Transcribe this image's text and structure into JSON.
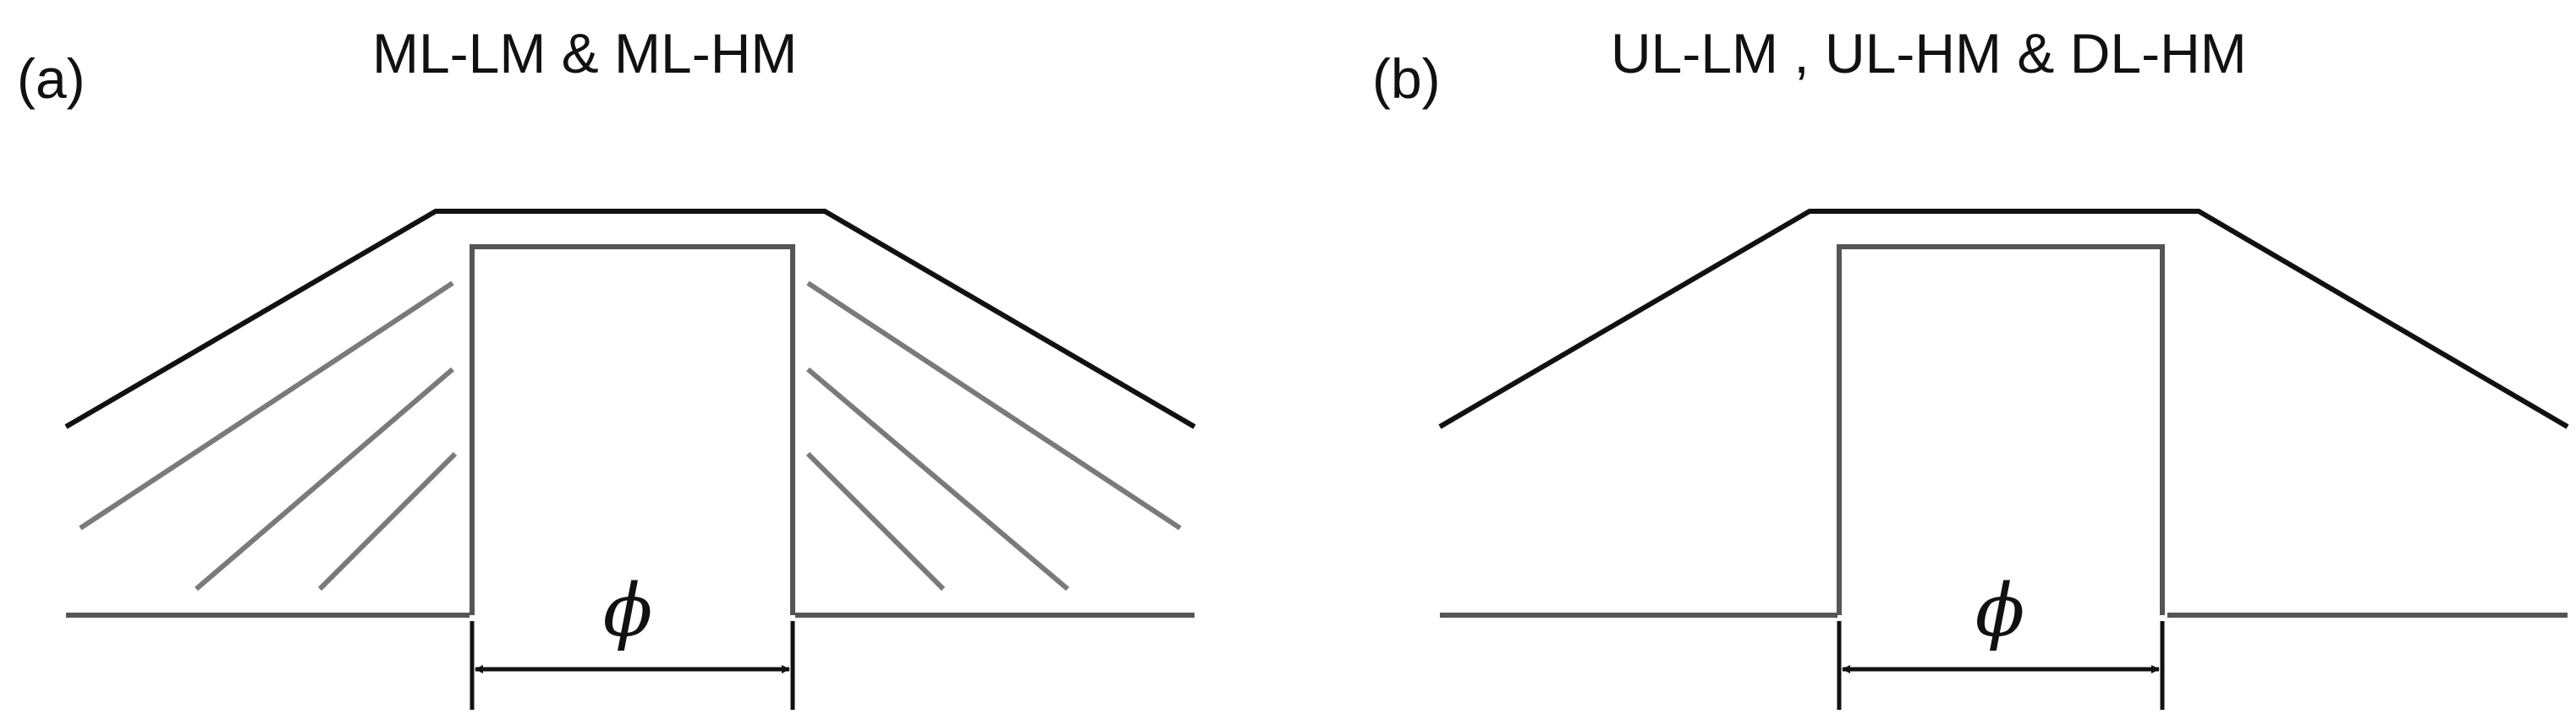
{
  "panels": [
    {
      "label": "(a)",
      "title": "ML-LM & ML-HM",
      "dimension_symbol": "ϕ"
    },
    {
      "label": "(b)",
      "title": "UL-LM , UL-HM & DL-HM",
      "dimension_symbol": "ϕ"
    }
  ],
  "colors": {
    "outer_profile": "#111111",
    "column": "#555555",
    "hatching": "#7a7a7a",
    "text": "#111111"
  }
}
